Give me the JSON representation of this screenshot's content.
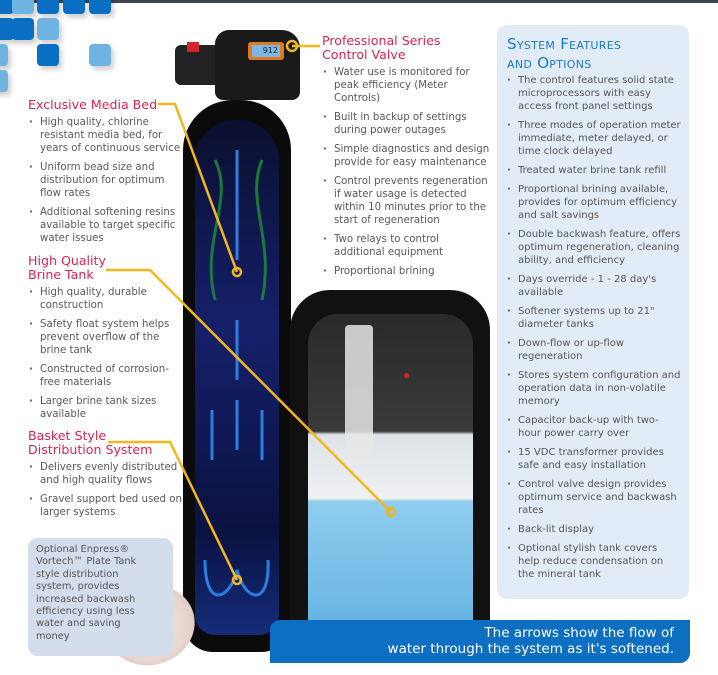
{
  "sections": {
    "media_bed": {
      "title": "Exclusive Media Bed",
      "items": [
        "High quality, chlorine resistant media bed, for years of continuous service",
        "Uniform bead size and distribution for optimum flow rates",
        "Additional softening resins available to target specific water issues"
      ]
    },
    "brine_tank": {
      "title_line1": "High Quality",
      "title_line2": "Brine Tank",
      "items": [
        "High quality, durable construction",
        "Safety float system helps prevent overflow of the brine tank",
        "Constructed of corrosion-free materials",
        "Larger brine tank sizes available"
      ]
    },
    "distribution": {
      "title_line1": "Basket Style",
      "title_line2": "Distribution System",
      "items": [
        "Delivers evenly distributed and high quality flows",
        "Gravel support bed used on larger systems"
      ]
    },
    "control_valve": {
      "title_line1": "Professional Series",
      "title_line2": "Control Valve",
      "items": [
        "Water use is monitored for peak efficiency (Meter Controls)",
        "Built in backup of settings during power outages",
        "Simple diagnostics and design provide for easy maintenance",
        "Control prevents regeneration if water usage is detected within 10 minutes prior to the start of regeneration",
        "Two relays to control additional equipment",
        "Proportional brining"
      ]
    }
  },
  "features_panel": {
    "title_line1": "System Features",
    "title_line2": "and Options",
    "items": [
      "The control features solid state microprocessors with easy access front panel settings",
      "Three modes of operation meter immediate, meter delayed, or time clock delayed",
      "Treated water brine tank refill",
      "Proportional brining available, provides for optimum efficiency and salt savings",
      "Double backwash feature, offers optimum regeneration, cleaning ability, and efficiency",
      "Days override - 1 - 28 day's available",
      "Softener systems up to 21\" diameter tanks",
      "Down-flow or up-flow regeneration",
      "Stores system configuration and operation data in non-volatile memory",
      "Capacitor back-up with two-hour power carry over",
      "15 VDC transformer provides safe and easy installation",
      "Control valve design provides optimum service and backwash rates",
      "Back-lit display",
      "Optional stylish tank covers help reduce condensation on the mineral tank"
    ]
  },
  "optional_box": "Optional Enpress® Vortech™ Plate Tank style distribution system, provides increased backwash efficiency using less water and saving money",
  "banner": {
    "line1": "The arrows show the flow of",
    "line2": "water through the system as it's softened."
  },
  "valve_display": "912",
  "colors": {
    "heading": "#d8244f",
    "accent_blue": "#0c6fc1",
    "panel_bg": "#e2ecf6",
    "callout": "#f3b61f"
  }
}
